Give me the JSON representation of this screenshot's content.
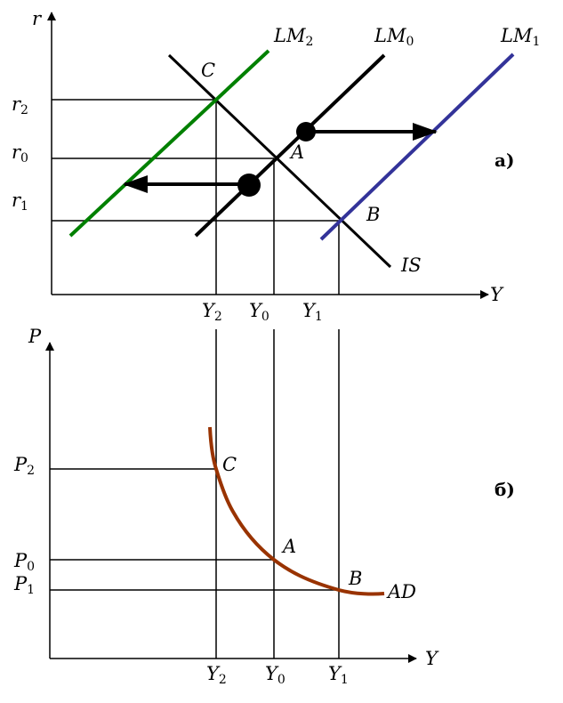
{
  "top": {
    "y_axis": "r",
    "x_axis": "Y",
    "panel_label": "а)",
    "r_labels": [
      {
        "base": "r",
        "sub": "2"
      },
      {
        "base": "r",
        "sub": "0"
      },
      {
        "base": "r",
        "sub": "1"
      }
    ],
    "y_labels": [
      {
        "base": "Y",
        "sub": "2"
      },
      {
        "base": "Y",
        "sub": "0"
      },
      {
        "base": "Y",
        "sub": "1"
      }
    ],
    "curves": {
      "is": "IS",
      "lm0": {
        "base": "LM",
        "sub": "0"
      },
      "lm1": {
        "base": "LM",
        "sub": "1"
      },
      "lm2": {
        "base": "LM",
        "sub": "2"
      }
    },
    "points": {
      "a": "A",
      "b": "B",
      "c": "C"
    }
  },
  "bottom": {
    "y_axis": "P",
    "x_axis": "Y",
    "panel_label": "б)",
    "p_labels": [
      {
        "base": "P",
        "sub": "2"
      },
      {
        "base": "P",
        "sub": "0"
      },
      {
        "base": "P",
        "sub": "1"
      }
    ],
    "y_labels": [
      {
        "base": "Y",
        "sub": "2"
      },
      {
        "base": "Y",
        "sub": "0"
      },
      {
        "base": "Y",
        "sub": "1"
      }
    ],
    "curve": "AD",
    "points": {
      "a": "A",
      "b": "B",
      "c": "C"
    }
  },
  "colors": {
    "lm2": "#008000",
    "lm1": "#333399",
    "ad": "#993300",
    "line": "#000000"
  }
}
